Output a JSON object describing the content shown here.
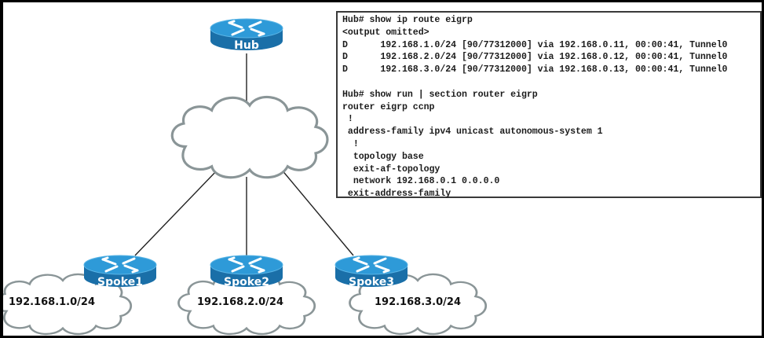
{
  "diagram": {
    "routers": [
      {
        "id": "hub",
        "label": "Hub"
      },
      {
        "id": "spoke1",
        "label": "Spoke1"
      },
      {
        "id": "spoke2",
        "label": "Spoke2"
      },
      {
        "id": "spoke3",
        "label": "Spoke3"
      }
    ],
    "subnets": [
      {
        "router": "spoke1",
        "label": "192.168.1.0/24"
      },
      {
        "router": "spoke2",
        "label": "192.168.2.0/24"
      },
      {
        "router": "spoke3",
        "label": "192.168.3.0/24"
      }
    ],
    "colors": {
      "router_top": "#2e9ad8",
      "router_side": "#1a6fa8",
      "cloud_stroke": "#8a9597",
      "link": "#222222"
    }
  },
  "cli": {
    "lines": [
      "Hub# show ip route eigrp",
      "<output omitted>",
      "D      192.168.1.0/24 [90/77312000] via 192.168.0.11, 00:00:41, Tunnel0",
      "D      192.168.2.0/24 [90/77312000] via 192.168.0.12, 00:00:41, Tunnel0",
      "D      192.168.3.0/24 [90/77312000] via 192.168.0.13, 00:00:41, Tunnel0",
      "",
      "Hub# show run | section router eigrp",
      "router eigrp ccnp",
      " !",
      " address-family ipv4 unicast autonomous-system 1",
      "  !",
      "  topology base",
      "  exit-af-topology",
      "  network 192.168.0.1 0.0.0.0",
      " exit-address-family"
    ]
  }
}
